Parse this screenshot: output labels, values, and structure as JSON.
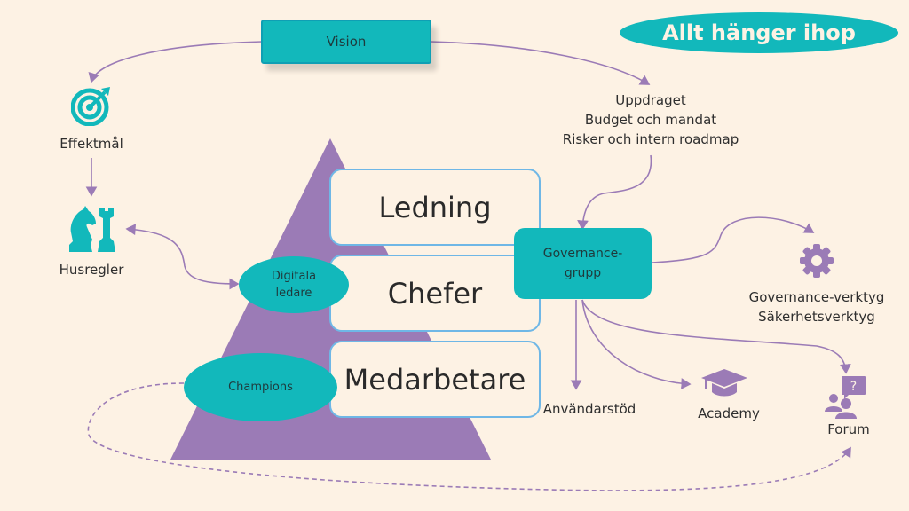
{
  "title": "Allt hänger ihop",
  "vision": "Vision",
  "assignment": {
    "lines": [
      "Uppdraget",
      "Budget och mandat",
      "Risker och intern roadmap"
    ]
  },
  "left_column": {
    "effect_goals": "Effektmål",
    "house_rules": "Husregler"
  },
  "pyramid": {
    "levels": [
      "Ledning",
      "Chefer",
      "Medarbetare"
    ],
    "digital_leaders": [
      "Digitala",
      "ledare"
    ],
    "champions": "Champions"
  },
  "governance_group": [
    "Governance-",
    "grupp"
  ],
  "outputs": {
    "tools": [
      "Governance-verktyg",
      "Säkerhetsverktyg"
    ],
    "user_support": "Användarstöd",
    "academy": "Academy",
    "forum": "Forum"
  },
  "colors": {
    "background": "#fdf2e4",
    "teal": "#12b8bb",
    "purple": "#9b7bb6",
    "box_border": "#6fb7e6"
  }
}
